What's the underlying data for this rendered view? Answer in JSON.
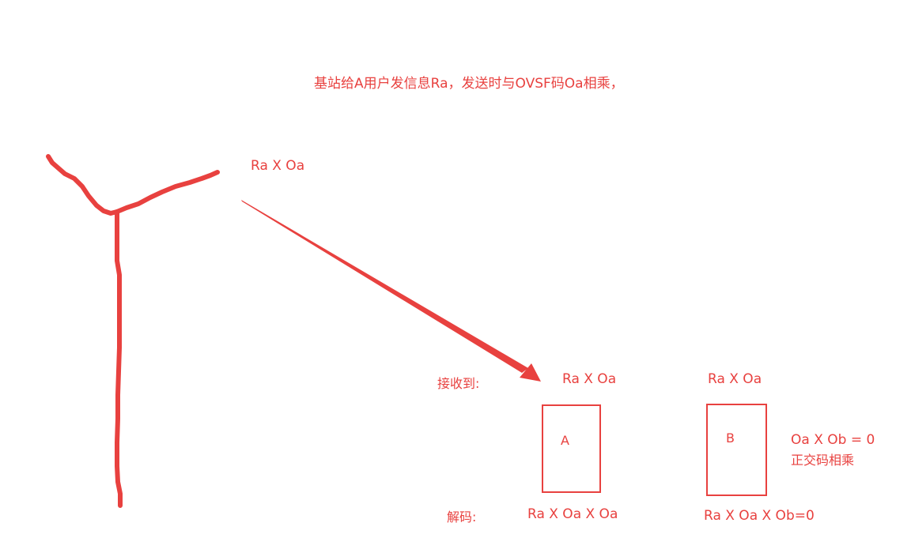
{
  "title": "基站给A用户发信息Ra，发送时与OVSF码Oa相乘，",
  "sent_formula": "Ra X Oa",
  "receive": {
    "label": "接收到:",
    "user_a_signal": "Ra X Oa",
    "user_b_signal": "Ra X Oa"
  },
  "users": {
    "a_label": "A",
    "b_label": "B"
  },
  "orthogonal": {
    "equation": "Oa X Ob = 0",
    "note": "正交码相乘"
  },
  "decode": {
    "label": "解码:",
    "user_a_result": "Ra X Oa X Oa",
    "user_b_result": "Ra X Oa X Ob=0"
  },
  "colors": {
    "accent": "#e8413f"
  },
  "icons": {
    "base_station": "antenna-tower-icon",
    "transmission": "arrow-icon"
  }
}
